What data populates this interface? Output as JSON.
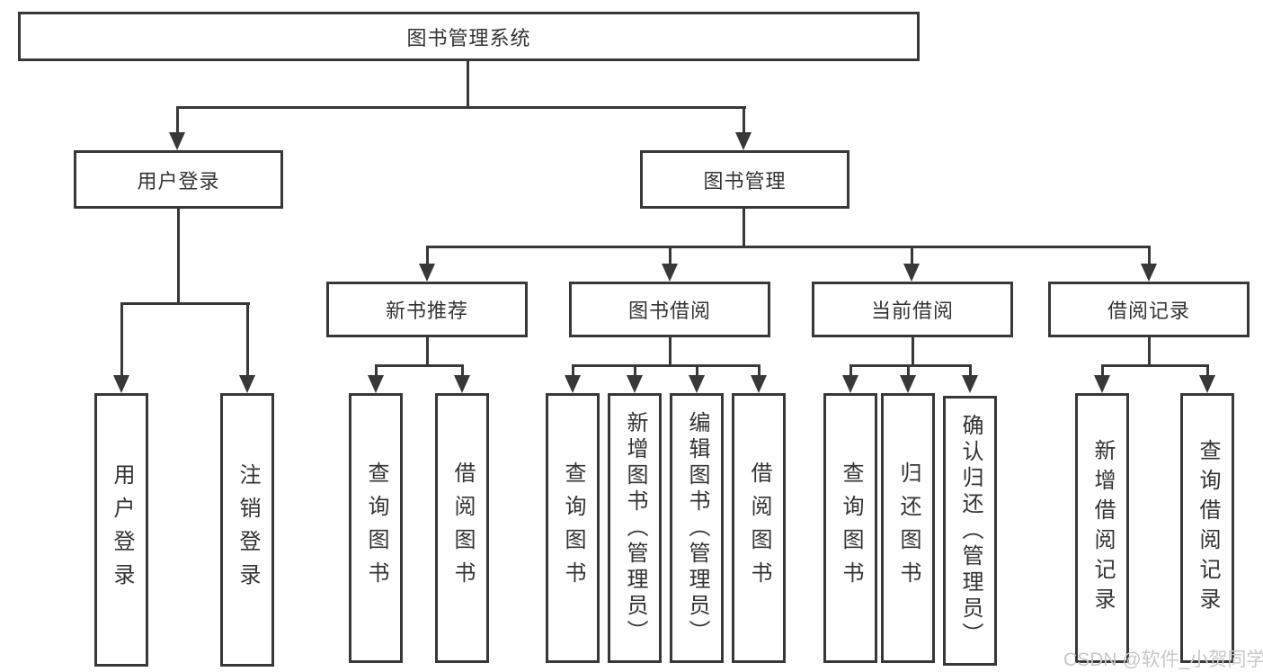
{
  "tree": {
    "root": {
      "label": "图书管理系统"
    },
    "children": [
      {
        "label": "用户登录",
        "children": [
          {
            "label": "用户登录"
          },
          {
            "label": "注销登录"
          }
        ]
      },
      {
        "label": "图书管理",
        "children": [
          {
            "label": "新书推荐",
            "children": [
              {
                "label": "查询图书"
              },
              {
                "label": "借阅图书"
              }
            ]
          },
          {
            "label": "图书借阅",
            "children": [
              {
                "label": "查询图书"
              },
              {
                "label": "新增图书（管理员）"
              },
              {
                "label": "编辑图书（管理员）"
              },
              {
                "label": "借阅图书"
              }
            ]
          },
          {
            "label": "当前借阅",
            "children": [
              {
                "label": "查询图书"
              },
              {
                "label": "归还图书"
              },
              {
                "label": "确认归还（管理员）"
              }
            ]
          },
          {
            "label": "借阅记录",
            "children": [
              {
                "label": "新增借阅记录"
              },
              {
                "label": "查询借阅记录"
              }
            ]
          }
        ]
      }
    ]
  },
  "watermark": "CSDN @软件_小贺同学",
  "colors": {
    "line": "#383838",
    "text": "#333333",
    "box_bg": "#ffffff",
    "watermark": "#c8c8c8"
  }
}
